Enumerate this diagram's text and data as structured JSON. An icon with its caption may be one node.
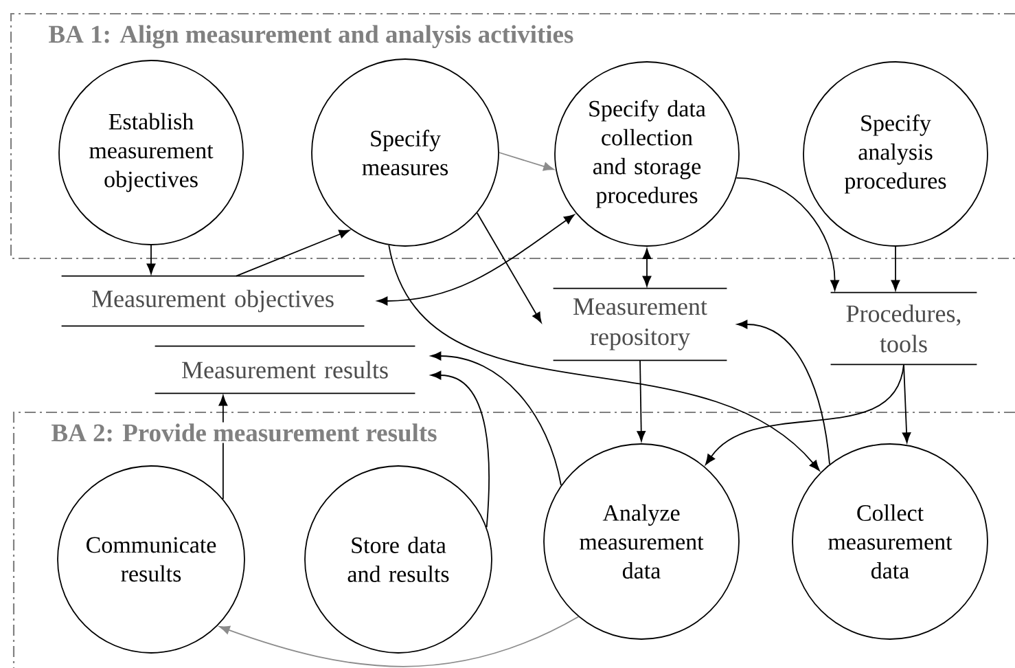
{
  "diagram": {
    "nodes": [
      {
        "text": [
          "BA 1: Align measurement and analysis activities"
        ]
      },
      {
        "text": [
          "Establish measurement objectives"
        ],
        "in": 0
      },
      {
        "text": [
          "Specify measures"
        ],
        "in": 0
      },
      {
        "text": [
          "Specify data collection and storage procedures"
        ],
        "in": 0
      },
      {
        "text": [
          "Specify analysis procedures"
        ],
        "in": 0
      },
      {
        "text": [
          "Measurement objectives"
        ]
      },
      {
        "text": [
          "Measurement repository"
        ]
      },
      {
        "text": [
          "Procedures, tools"
        ]
      },
      {
        "text": [
          "Measurement results"
        ]
      },
      {
        "text": [
          "BA 2: Provide measurement results"
        ]
      },
      {
        "text": [
          "Communicate results"
        ],
        "in": 9
      },
      {
        "text": [
          "Store data and results"
        ],
        "in": 9
      },
      {
        "text": [
          "Analyze measurement data"
        ],
        "in": 9
      },
      {
        "text": [
          "Collect measurement data"
        ],
        "in": 9
      }
    ],
    "edges": [
      {
        "from": 1,
        "to": 5,
        "arrow": "to"
      },
      {
        "from": 5,
        "to": 2,
        "arrow": "to"
      },
      {
        "from": 2,
        "to": 3,
        "arrow": "to",
        "color": "#8c8c8c"
      },
      {
        "from": 3,
        "to": 5,
        "arrow": "both"
      },
      {
        "from": 2,
        "to": 6,
        "arrow": "to"
      },
      {
        "from": 3,
        "to": 6,
        "arrow": "both"
      },
      {
        "from": 3,
        "to": 7,
        "arrow": "to"
      },
      {
        "from": 4,
        "to": 7,
        "arrow": "to"
      },
      {
        "from": 2,
        "to": 13,
        "arrow": "to"
      },
      {
        "from": 6,
        "to": 12,
        "arrow": "to"
      },
      {
        "from": 13,
        "to": 6,
        "arrow": "to"
      },
      {
        "from": 7,
        "to": 12,
        "arrow": "to"
      },
      {
        "from": 7,
        "to": 13,
        "arrow": "to"
      },
      {
        "from": 12,
        "to": 8,
        "arrow": "to"
      },
      {
        "from": 11,
        "to": 8,
        "arrow": "to"
      },
      {
        "from": 10,
        "to": 8,
        "arrow": "to"
      },
      {
        "from": 12,
        "to": 10,
        "arrow": "to",
        "color": "#8c8c8c"
      }
    ]
  }
}
